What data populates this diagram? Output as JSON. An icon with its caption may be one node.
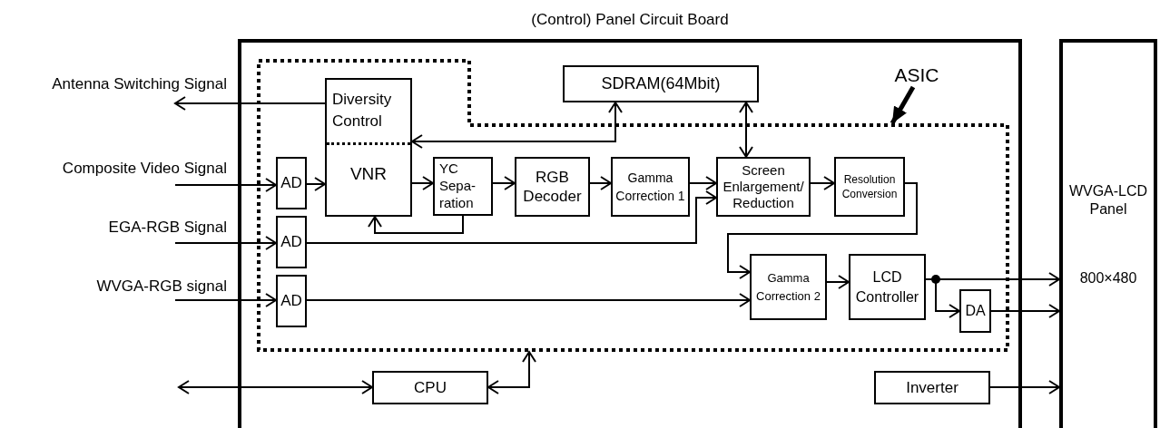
{
  "diagram": {
    "nodes": [
      {
        "text": [
          "(Control) Panel Circuit Board"
        ]
      },
      {
        "text": [],
        "shape": "box",
        "in": 0
      },
      {
        "text": [
          "ASIC"
        ],
        "in": 0
      },
      {
        "text": [
          "SDRAM(64Mbit)"
        ],
        "in": 0
      },
      {
        "text": [
          "Diversity Control"
        ],
        "in": 1
      },
      {
        "text": [
          "VNR"
        ],
        "in": 1
      },
      {
        "text": [
          "AD"
        ],
        "in": 1
      },
      {
        "text": [
          "AD"
        ],
        "in": 1
      },
      {
        "text": [
          "AD"
        ],
        "in": 1
      },
      {
        "text": [
          "YC Sepa- ration"
        ],
        "in": 1
      },
      {
        "text": [
          "RGB Decoder"
        ],
        "in": 1
      },
      {
        "text": [
          "Gamma Correction 1"
        ],
        "in": 1
      },
      {
        "text": [
          "Screen Enlargement/ Reduction"
        ],
        "in": 1
      },
      {
        "text": [
          "Resolution Conversion"
        ],
        "in": 1
      },
      {
        "text": [
          "Gamma Correction 2"
        ],
        "in": 1
      },
      {
        "text": [
          "LCD Controller"
        ],
        "in": 1
      },
      {
        "text": [
          "DA"
        ],
        "in": 1
      },
      {
        "text": [
          "CPU"
        ],
        "in": 0
      },
      {
        "text": [
          "Inverter"
        ],
        "in": 0
      },
      {
        "text": [
          "WVGA-LCD Panel",
          "800×480"
        ]
      }
    ],
    "edges": [
      {
        "from": 4,
        "to": null,
        "arrow": "to",
        "label": "Antenna Switching Signal"
      },
      {
        "from": null,
        "to": 6,
        "arrow": "to",
        "label": "Composite Video Signal"
      },
      {
        "from": null,
        "to": 7,
        "arrow": "to",
        "label": "EGA-RGB Signal"
      },
      {
        "from": null,
        "to": 8,
        "arrow": "to",
        "label": "WVGA-RGB signal"
      },
      {
        "from": 6,
        "to": 5,
        "arrow": "to"
      },
      {
        "from": 5,
        "to": 9,
        "arrow": "to"
      },
      {
        "from": 9,
        "to": 5,
        "arrow": "to"
      },
      {
        "from": 9,
        "to": 10,
        "arrow": "to"
      },
      {
        "from": 10,
        "to": 11,
        "arrow": "to"
      },
      {
        "from": 11,
        "to": 12,
        "arrow": "to"
      },
      {
        "from": 7,
        "to": 12,
        "arrow": "to"
      },
      {
        "from": 12,
        "to": 13,
        "arrow": "to"
      },
      {
        "from": 13,
        "to": 14,
        "arrow": "to"
      },
      {
        "from": 8,
        "to": 14,
        "arrow": "to"
      },
      {
        "from": 14,
        "to": 15,
        "arrow": "to"
      },
      {
        "from": 15,
        "to": 19,
        "arrow": "to"
      },
      {
        "from": 15,
        "to": 16,
        "arrow": "to"
      },
      {
        "from": 16,
        "to": 19,
        "arrow": "to"
      },
      {
        "from": 3,
        "to": 4,
        "arrow": "both"
      },
      {
        "from": 3,
        "to": 12,
        "arrow": "both"
      },
      {
        "from": null,
        "to": 17,
        "arrow": "both"
      },
      {
        "from": 17,
        "to": 1,
        "arrow": "both"
      },
      {
        "from": 18,
        "to": 19,
        "arrow": "to"
      },
      {
        "from": 2,
        "to": 1,
        "arrow": "to",
        "style": "thick"
      }
    ]
  }
}
